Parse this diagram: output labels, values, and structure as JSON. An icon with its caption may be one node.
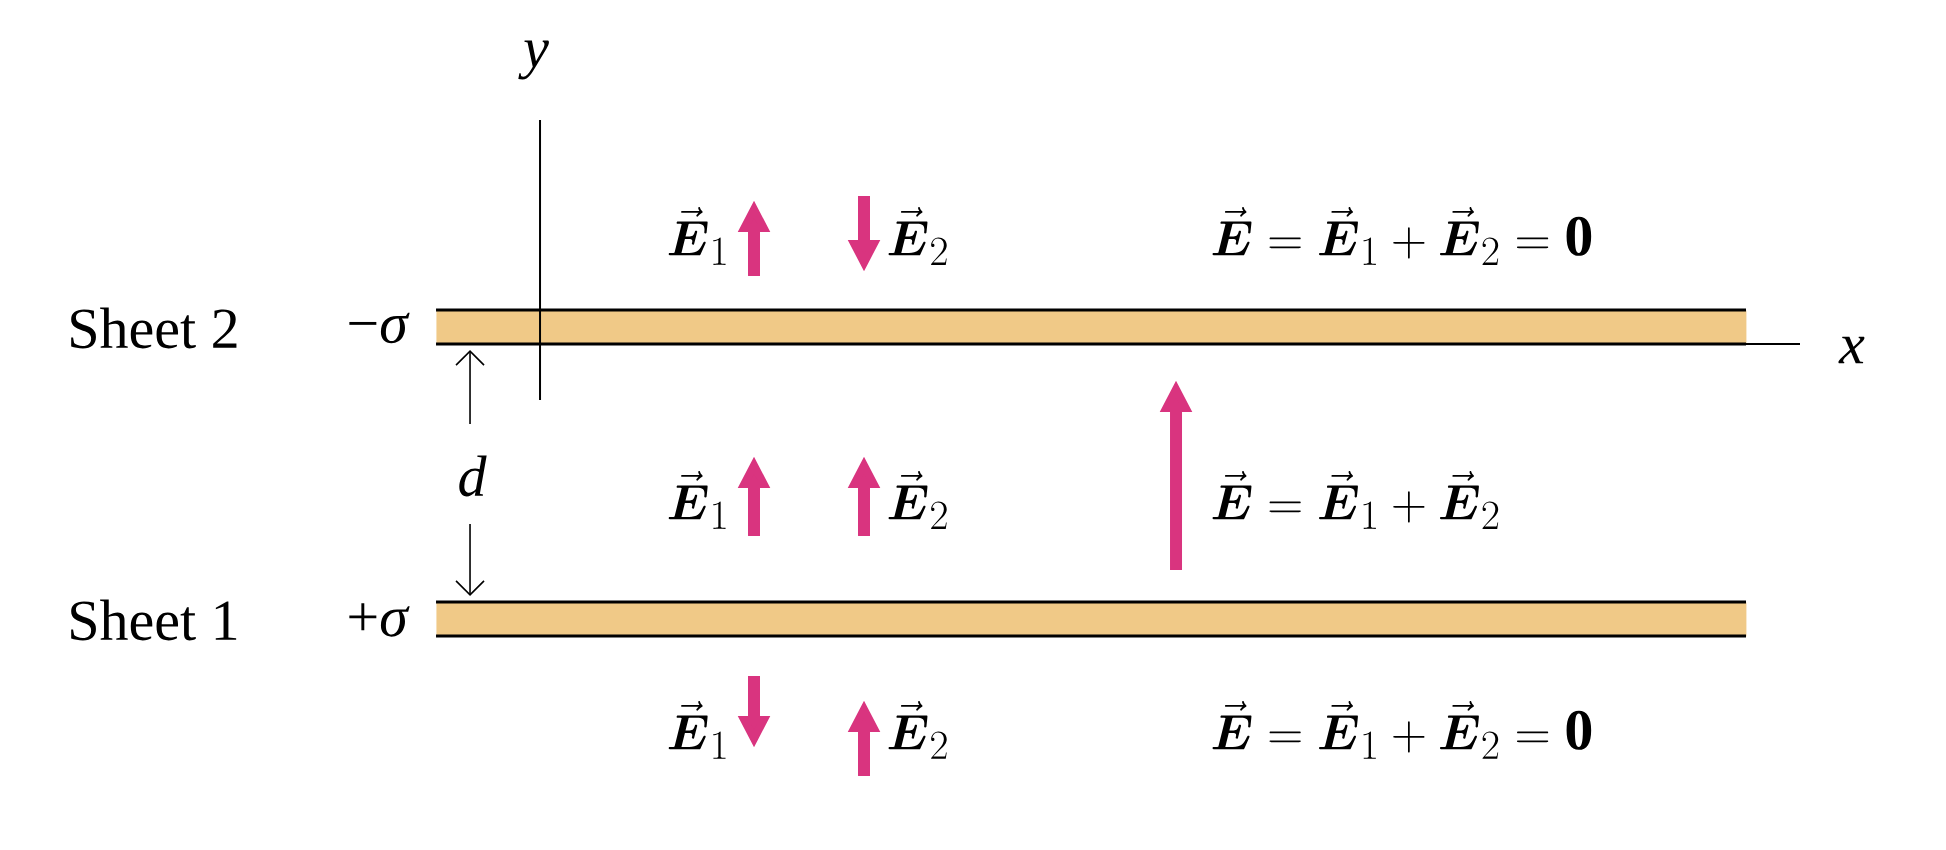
{
  "diagram": {
    "nodes": [
      {
        "text": [
          "Sheet 2",
          "−*σ*"
        ]
      },
      {
        "text": [
          "Sheet 1",
          "+*σ*"
        ]
      }
    ],
    "labels": [
      "y",
      "\\vec{\\boldsymbol{E}}_1",
      "\\vec{\\boldsymbol{E}}_2",
      "\\vec{\\boldsymbol{E}} = \\vec{\\boldsymbol{E}}_1 + \\vec{\\boldsymbol{E}}_2 = \\mathbf{0}",
      "x",
      "d",
      "\\vec{\\boldsymbol{E}}_1",
      "\\vec{\\boldsymbol{E}}_2",
      "\\vec{\\boldsymbol{E}} = \\vec{\\boldsymbol{E}}_1 + \\vec{\\boldsymbol{E}}_2",
      "\\vec{\\boldsymbol{E}}_1",
      "\\vec{\\boldsymbol{E}}_2",
      "\\vec{\\boldsymbol{E}} = \\vec{\\boldsymbol{E}}_1 + \\vec{\\boldsymbol{E}}_2 = \\mathbf{0}"
    ]
  }
}
